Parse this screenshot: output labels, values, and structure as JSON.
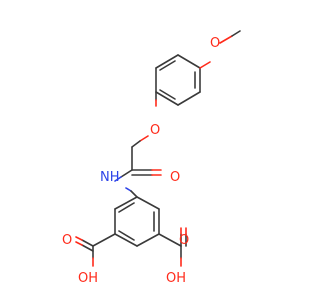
{
  "molecule": {
    "atoms": {
      "methoxy_oxygen": "O",
      "ether_oxygen": "O",
      "amide_oxygen": "O",
      "amide_nitrogen": "NH",
      "acid_left_carbonyl_oxygen": "O",
      "acid_left_hydroxyl": "OH",
      "acid_right_carbonyl_oxygen": "O",
      "acid_right_hydroxyl": "OH"
    },
    "colors": {
      "bond": "#3a3a3a",
      "oxygen": "#ff2a1a",
      "nitrogen": "#2e44e8",
      "background": "#ffffff"
    }
  }
}
